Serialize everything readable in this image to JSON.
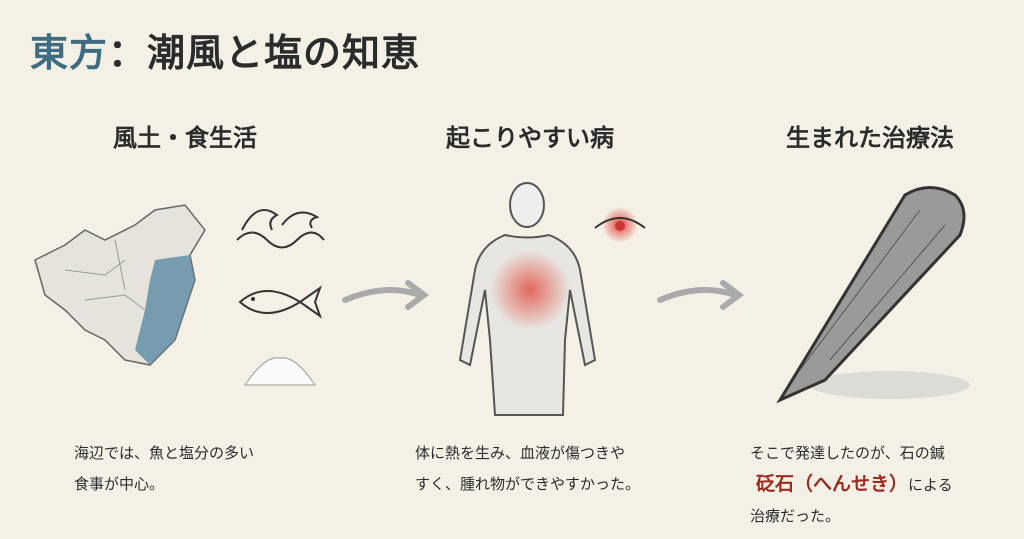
{
  "title": {
    "accent": "東方",
    "rest": "：潮風と塩の知恵"
  },
  "columns": [
    {
      "heading": "風土・食生活",
      "lines": [
        "海辺では、魚と塩分の多い",
        "食事が中心。"
      ]
    },
    {
      "heading": "起こりやすい病",
      "lines": [
        "体に熱を生み、血液が傷つきや",
        "すく、腫れ物ができやすかった。"
      ]
    },
    {
      "heading": "生まれた治療法",
      "line1": "そこで発達したのが、石の鍼",
      "highlight": "砭石（へんせき）",
      "after": "による",
      "line3": "治療だった。"
    }
  ],
  "colors": {
    "accent": "#3f6c82",
    "highlight": "#9a2b1f",
    "background": "#f4f0e6"
  }
}
